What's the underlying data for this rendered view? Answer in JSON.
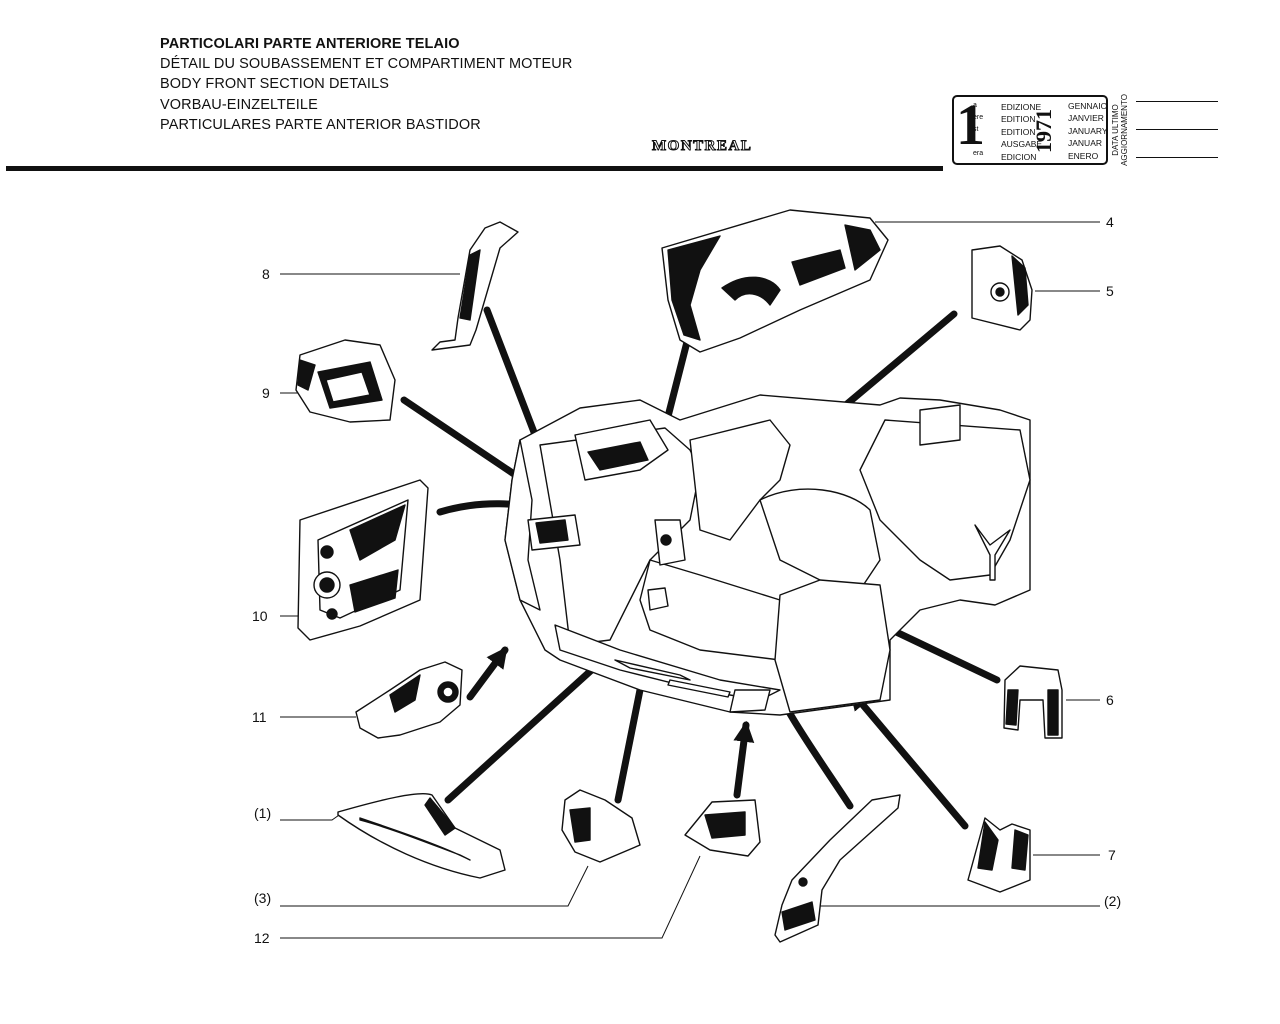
{
  "header": {
    "titles": [
      "PARTICOLARI PARTE ANTERIORE TELAIO",
      "DÉTAIL DU SOUBASSEMENT ET COMPARTIMENT MOTEUR",
      "BODY FRONT SECTION DETAILS",
      "VORBAU-EINZELTEILE",
      "PARTICULARES PARTE ANTERIOR BASTIDOR"
    ],
    "brand": "MONTREAL"
  },
  "edition": {
    "number": "1",
    "ordinal_suffixes": [
      "a",
      "ere",
      "st",
      ".",
      "era"
    ],
    "labels": [
      "EDIZIONE",
      "EDITION",
      "EDITION",
      "AUSGABE",
      "EDICION"
    ],
    "year": "1971",
    "months": [
      "GENNAIO",
      "JANVIER",
      "JANUARY",
      "JANUAR",
      "ENERO"
    ],
    "update_label_line1": "DATA ULTIMO",
    "update_label_line2": "AGGIORNAMENTO"
  },
  "callouts": [
    "4",
    "5",
    "8",
    "9",
    "10",
    "11",
    "6",
    "(1)",
    "7",
    "(3)",
    "(2)",
    "12"
  ],
  "colors": {
    "ink": "#111111",
    "paper": "#ffffff"
  }
}
